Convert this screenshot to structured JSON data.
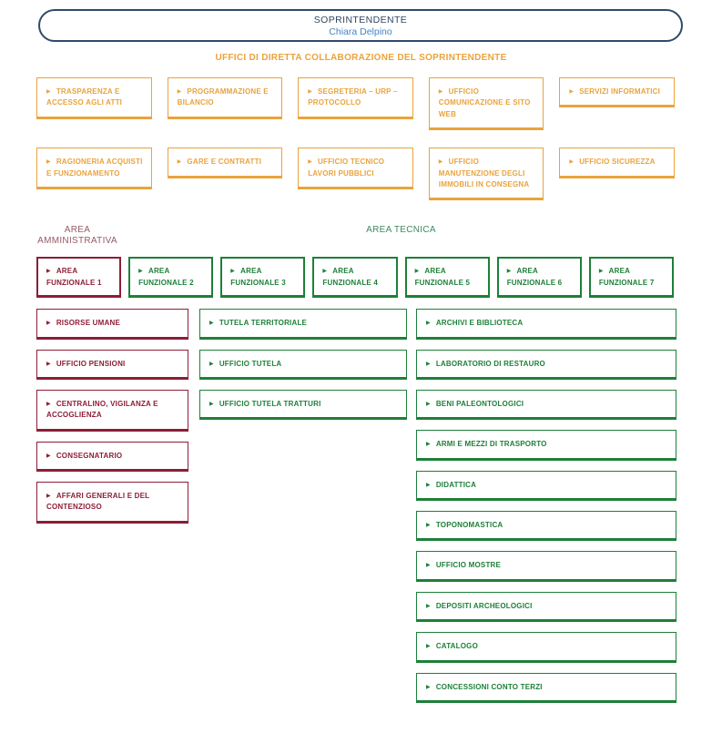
{
  "top": {
    "role": "SOPRINTENDENTE",
    "name": "Chiara Delpino"
  },
  "collab": {
    "heading": "UFFICI DI DIRETTA COLLABORAZIONE DEL SOPRINTENDENTE",
    "row1": [
      {
        "label": "TRASPARENZA E ACCESSO AGLI ATTI",
        "variant": "orange"
      },
      {
        "label": "PROGRAMMAZIONE E BILANCIO",
        "variant": "orange"
      },
      {
        "label": "SEGRETERIA – URP – PROTOCOLLO",
        "variant": "orange"
      },
      {
        "label": "UFFICIO COMUNICAZIONE E SITO WEB",
        "variant": "orange"
      },
      {
        "label": "SERVIZI INFORMATICI",
        "variant": "orange"
      }
    ],
    "row2": [
      {
        "label": "RAGIONERIA ACQUISTI E FUNZIONAMENTO",
        "variant": "orange"
      },
      {
        "label": "GARE E CONTRATTI",
        "variant": "orange"
      },
      {
        "label": "UFFICIO TECNICO LAVORI PUBBLICI",
        "variant": "orange"
      },
      {
        "label": "UFFICIO MANUTENZIONE DEGLI IMMOBILI IN CONSEGNA",
        "variant": "orange"
      },
      {
        "label": "UFFICIO SICUREZZA",
        "variant": "orange"
      }
    ]
  },
  "areas": {
    "administrative_label": "AREA AMMINISTRATIVA",
    "technical_label": "AREA TECNICA",
    "tabs": [
      {
        "label": "AREA FUNZIONALE 1",
        "variant": "maroon"
      },
      {
        "label": "AREA FUNZIONALE 2",
        "variant": "green"
      },
      {
        "label": "AREA FUNZIONALE 3",
        "variant": "green"
      },
      {
        "label": "AREA FUNZIONALE 4",
        "variant": "green"
      },
      {
        "label": "AREA FUNZIONALE 5",
        "variant": "green"
      },
      {
        "label": "AREA FUNZIONALE 6",
        "variant": "green"
      },
      {
        "label": "AREA FUNZIONALE 7",
        "variant": "green"
      }
    ],
    "administrative_units": [
      {
        "label": "RISORSE UMANE",
        "variant": "maroon"
      },
      {
        "label": "UFFICIO PENSIONI",
        "variant": "maroon"
      },
      {
        "label": "CENTRALINO, VIGILANZA E ACCOGLIENZA",
        "variant": "maroon"
      },
      {
        "label": "CONSEGNATARIO",
        "variant": "maroon"
      },
      {
        "label": "AFFARI GENERALI E DEL CONTENZIOSO",
        "variant": "maroon"
      }
    ],
    "technical_units_col1": [
      {
        "label": "TUTELA TERRITORIALE",
        "variant": "green"
      },
      {
        "label": "UFFICIO TUTELA",
        "variant": "green"
      },
      {
        "label": "UFFICIO TUTELA TRATTURI",
        "variant": "green"
      }
    ],
    "technical_units_col2": [
      {
        "label": "ARCHIVI E BIBLIOTECA",
        "variant": "green"
      },
      {
        "label": "LABORATORIO DI RESTAURO",
        "variant": "green"
      },
      {
        "label": "BENI PALEONTOLOGICI",
        "variant": "green"
      },
      {
        "label": "ARMI E MEZZI DI TRASPORTO",
        "variant": "green"
      },
      {
        "label": "DIDATTICA",
        "variant": "green"
      },
      {
        "label": "TOPONOMASTICA",
        "variant": "green"
      },
      {
        "label": "UFFICIO MOSTRE",
        "variant": "green"
      },
      {
        "label": "DEPOSITI ARCHEOLOGICI",
        "variant": "green"
      },
      {
        "label": "CATALOGO",
        "variant": "green"
      },
      {
        "label": "CONCESSIONI CONTO TERZI",
        "variant": "green"
      }
    ]
  },
  "icons": {
    "caret": "▶"
  },
  "colors": {
    "orange": "#E9A33C",
    "maroon": "#8D1D36",
    "green": "#1D8038",
    "navy": "#2E4A6B",
    "link_blue": "#4583C4",
    "admin_label": "#975A64",
    "tech_label": "#3F8A60"
  }
}
